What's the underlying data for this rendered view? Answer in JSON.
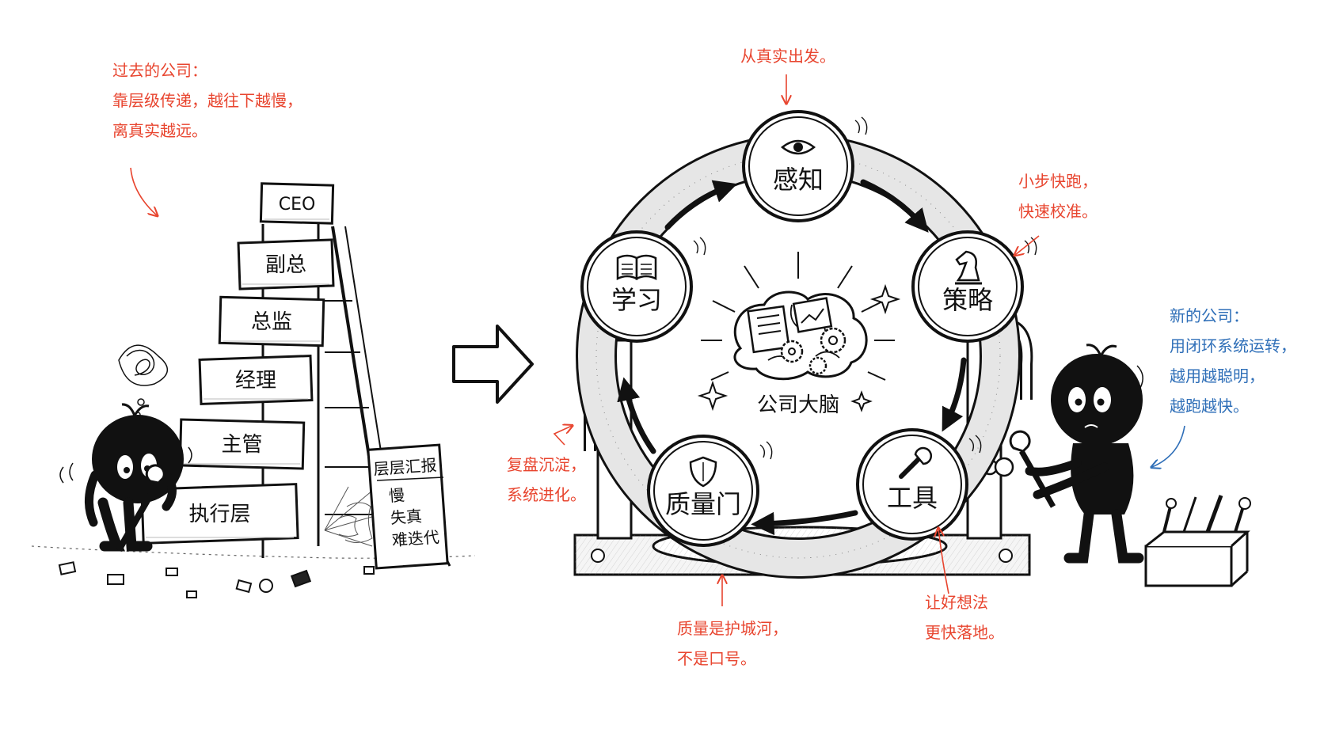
{
  "colors": {
    "annotation_red": "#e8452f",
    "annotation_blue": "#2f6fb8",
    "ink": "#111111"
  },
  "old_company": {
    "annotation": [
      "过去的公司：",
      "靠层级传递，越往下越慢，",
      "离真实越远。"
    ],
    "ladder": [
      "CEO",
      "副总",
      "总监",
      "经理",
      "主管",
      "执行层"
    ],
    "sign_title": "层层汇报",
    "sign_items": [
      "慢",
      "失真",
      "难迭代"
    ]
  },
  "brain": {
    "label": "公司大脑"
  },
  "loop_nodes": [
    {
      "id": "perception",
      "label": "感知",
      "icon": "eye-icon"
    },
    {
      "id": "strategy",
      "label": "策略",
      "icon": "chess-knight-icon"
    },
    {
      "id": "tools",
      "label": "工具",
      "icon": "wrench-icon"
    },
    {
      "id": "quality-gate",
      "label": "质量门",
      "icon": "shield-icon"
    },
    {
      "id": "learning",
      "label": "学习",
      "icon": "book-icon"
    }
  ],
  "callouts": {
    "truth": [
      "从真实出发。"
    ],
    "agile": [
      "小步快跑，",
      "快速校准。"
    ],
    "review": [
      "复盘沉淀，",
      "系统进化。"
    ],
    "quality": [
      "质量是护城河，",
      "不是口号。"
    ],
    "ideas": [
      "让好想法",
      "更快落地。"
    ]
  },
  "new_company": {
    "annotation": [
      "新的公司：",
      "用闭环系统运转，",
      "越用越聪明，",
      "越跑越快。"
    ]
  }
}
